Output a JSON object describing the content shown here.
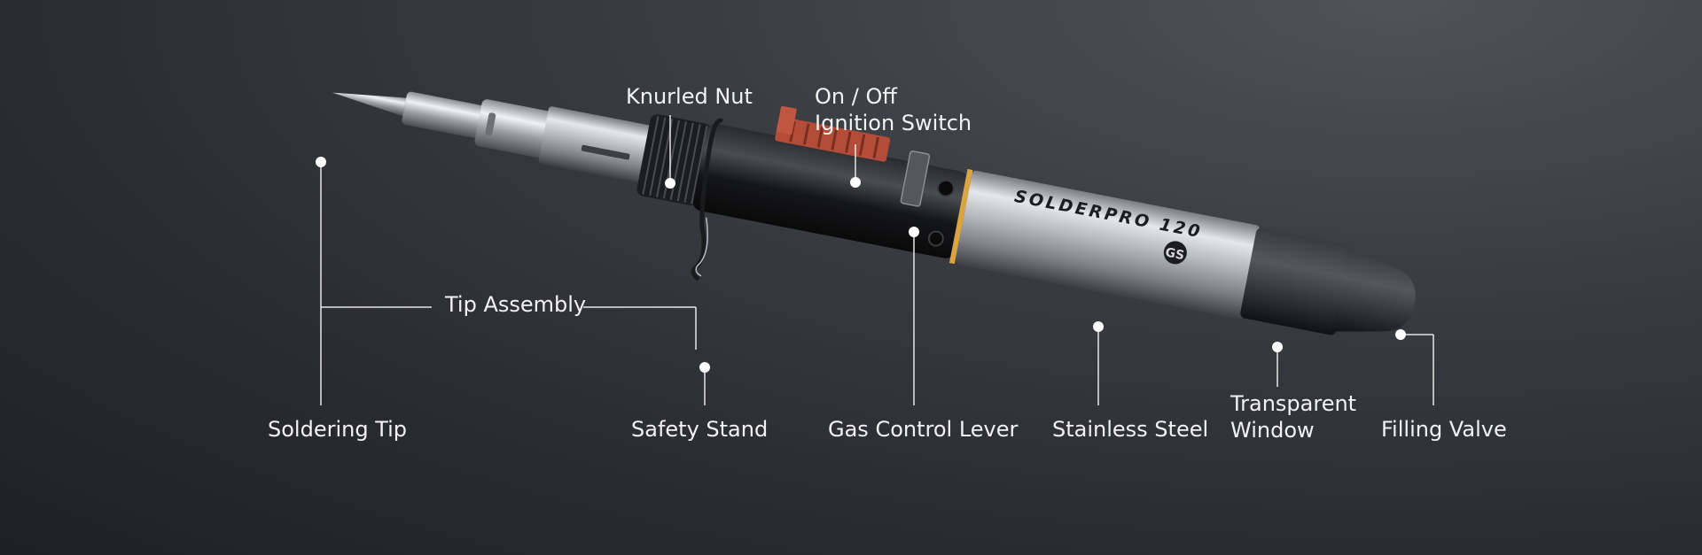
{
  "product": {
    "brand_text": "SOLDERPRO 120",
    "logo_text": "GS",
    "accent_color": "#c0563f",
    "ring_color": "#d9a441"
  },
  "labels": {
    "knurled_nut": "Knurled Nut",
    "ignition_line1": "On / Off",
    "ignition_line2": "Ignition Switch",
    "tip_assembly": "Tip Assembly",
    "soldering_tip": "Soldering Tip",
    "safety_stand": "Safety Stand",
    "gas_control_lever": "Gas Control Lever",
    "stainless_steel": "Stainless Steel",
    "transparent_line1": "Transparent",
    "transparent_line2": "Window",
    "filling_valve": "Filling Valve"
  }
}
